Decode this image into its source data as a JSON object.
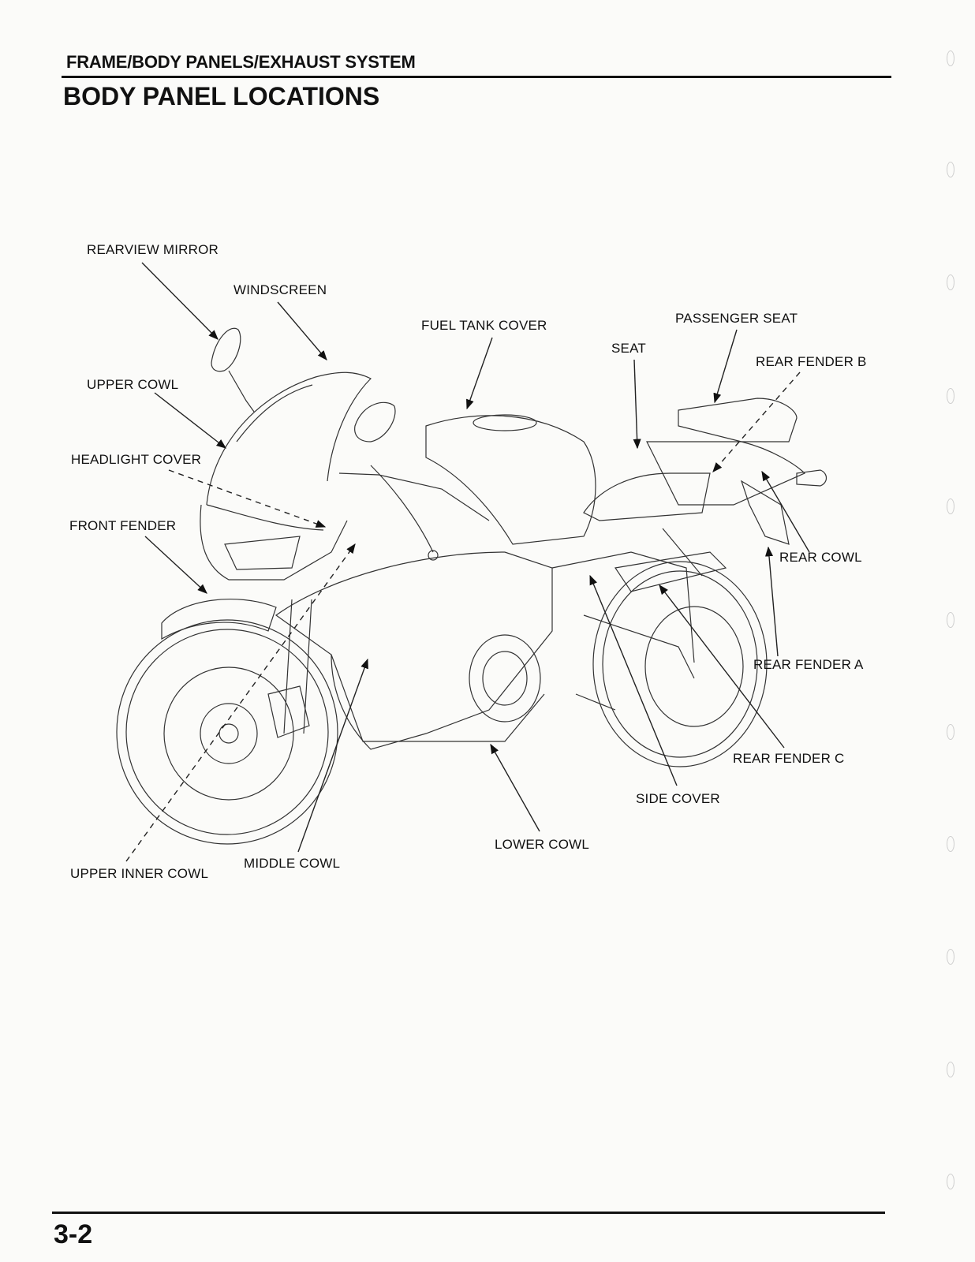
{
  "header": {
    "section_title": "FRAME/BODY PANELS/EXHAUST SYSTEM",
    "page_title": "BODY PANEL LOCATIONS"
  },
  "labels": {
    "rearview_mirror": "REARVIEW MIRROR",
    "windscreen": "WINDSCREEN",
    "fuel_tank_cover": "FUEL TANK COVER",
    "passenger_seat": "PASSENGER SEAT",
    "seat": "SEAT",
    "rear_fender_b": "REAR FENDER B",
    "upper_cowl": "UPPER COWL",
    "headlight_cover": "HEADLIGHT COVER",
    "front_fender": "FRONT FENDER",
    "rear_cowl": "REAR COWL",
    "rear_fender_a": "REAR FENDER A",
    "rear_fender_c": "REAR FENDER C",
    "side_cover": "SIDE COVER",
    "lower_cowl": "LOWER COWL",
    "middle_cowl": "MIDDLE COWL",
    "upper_inner_cowl": "UPPER INNER COWL"
  },
  "footer": {
    "page_number": "3-2"
  }
}
